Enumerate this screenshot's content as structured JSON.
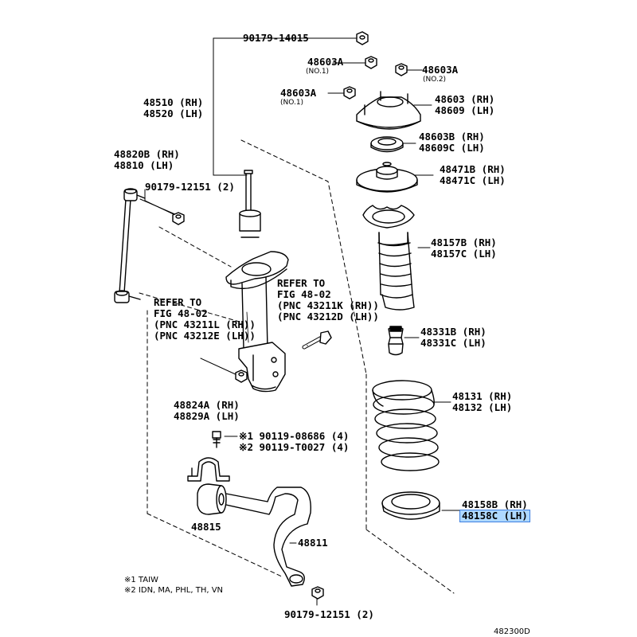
{
  "parts": {
    "nut_top": "90179-14015",
    "nut_a1": "48603A",
    "nut_a1_note": "(NO.1)",
    "nut_a2": "48603A",
    "nut_a2_note": "(NO.2)",
    "nut_a3": "48603A",
    "nut_a3_note": "(NO.1)",
    "support_rh": "48603 (RH)",
    "support_lh": "48609 (LH)",
    "bearing_rh": "48603B (RH)",
    "bearing_lh": "48609C (LH)",
    "upper_seat_rh": "48471B (RH)",
    "upper_seat_lh": "48471C (LH)",
    "strut_rh": "48510 (RH)",
    "strut_lh": "48520 (LH)",
    "link_rh": "48820B (RH)",
    "link_lh": "48810 (LH)",
    "link_nut": "90179-12151 (2)",
    "boot_rh": "48157B (RH)",
    "boot_lh": "48157C (LH)",
    "bumper_rh": "48331B (RH)",
    "bumper_lh": "48331C (LH)",
    "spring_rh": "48131 (RH)",
    "spring_lh": "48132 (LH)",
    "insulator_rh": "48158B (RH)",
    "insulator_lh": "48158C (LH)",
    "bracket_rh": "48824A (RH)",
    "bracket_lh": "48829A (LH)",
    "bolt_1": "※1  90119-08686 (4)",
    "bolt_2": "※2  90119-T0027 (4)",
    "bushing": "48815",
    "stabilizer_bar": "48811",
    "bottom_nut": "90179-12151 (2)"
  },
  "refer_right": [
    "REFER TO",
    "FIG 48-02",
    "(PNC 43211K (RH))",
    "(PNC 43212D (LH))"
  ],
  "refer_left": [
    "REFER TO",
    "FIG 48-02",
    "(PNC 43211L (RH))",
    "(PNC 43212E (LH))"
  ],
  "notes": [
    "※1 TAIW",
    "※2 IDN, MA, PHL, TH, VN"
  ],
  "diagram_code": "482300D",
  "highlight_color": "#aed8ff"
}
